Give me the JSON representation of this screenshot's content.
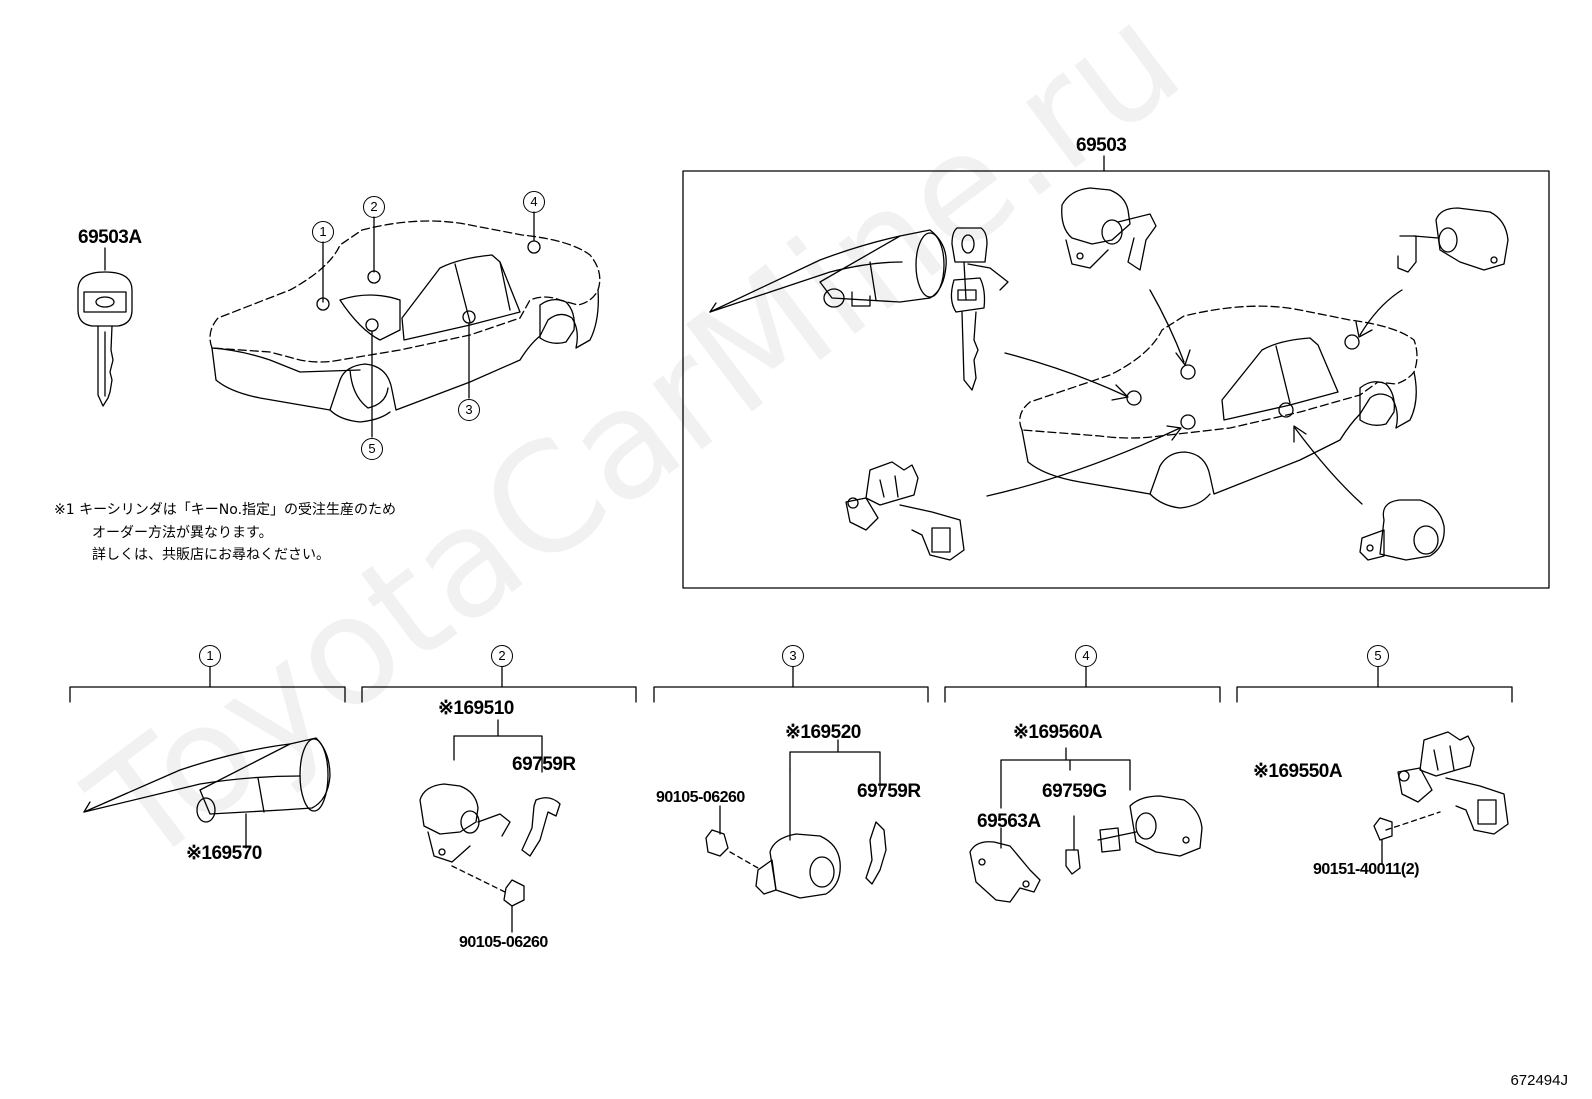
{
  "diagram": {
    "watermark": "ToyotaCarMine.ru",
    "drawing_code": "672494J",
    "note": {
      "line1": "※1 キーシリンダは「キーNo.指定」の受注生産のため",
      "line2": "オーダー方法が異なります。",
      "line3": "詳しくは、共販店にお尋ねください。"
    },
    "key_part": "69503A",
    "set_part": "69503",
    "overview_callouts": [
      "1",
      "2",
      "3",
      "4",
      "5"
    ],
    "groups": [
      {
        "num": "1",
        "parts": [
          "※169570"
        ]
      },
      {
        "num": "2",
        "parts": [
          "※169510",
          "69759R",
          "90105-06260"
        ]
      },
      {
        "num": "3",
        "parts": [
          "※169520",
          "90105-06260",
          "69759R"
        ]
      },
      {
        "num": "4",
        "parts": [
          "※169560A",
          "69759G",
          "69563A"
        ]
      },
      {
        "num": "5",
        "parts": [
          "※169550A",
          "90151-40011(2)"
        ]
      }
    ]
  }
}
